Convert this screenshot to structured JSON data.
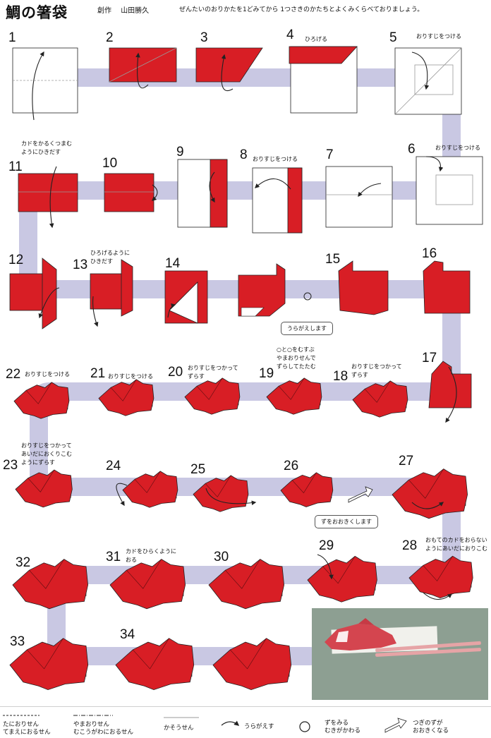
{
  "header": {
    "title": "鯛の箸袋",
    "credit_role": "創作",
    "credit_name": "山田勝久",
    "instruction": "ぜんたいのおりかたを1どみてから 1つさきのかたちとよくみくらべておりましょう。"
  },
  "steps": [
    "1",
    "2",
    "3",
    "4",
    "5",
    "6",
    "7",
    "8",
    "9",
    "10",
    "11",
    "12",
    "13",
    "14",
    "15",
    "16",
    "17",
    "18",
    "19",
    "20",
    "21",
    "22",
    "23",
    "24",
    "25",
    "26",
    "27",
    "28",
    "29",
    "30",
    "31",
    "32",
    "33",
    "34"
  ],
  "notes": {
    "n4": "ひろげる",
    "n5": "おりすじをつける",
    "n6": "おりすじをつける",
    "n8": "おりすじをつける",
    "n11a": "カドをかるくつまむ",
    "n11b": "ようにひきだす",
    "n13a": "ひろげるように",
    "n13b": "ひきだす",
    "n18a": "おりすじをつかって",
    "n18b": "ずらす",
    "n19a": "○と○をむすぶ",
    "n19b": "やまおりせんで",
    "n19c": "ずらしてたたむ",
    "n20a": "おりすじをつかって",
    "n20b": "ずらす",
    "n21": "おりすじをつける",
    "n22": "おりすじをつける",
    "n23a": "おりすじをつかって",
    "n23b": "あいだにおくりこむ",
    "n23c": "ようにずらす",
    "n28a": "おもてのカドをおらない",
    "n28b": "ようにあいだにおりこむ",
    "n31a": "カドをひらくように",
    "n31b": "おる",
    "turn_over": "うらがえします",
    "zoom_in": "ずをおおきくします"
  },
  "legend": {
    "valley_1": "たにおりせん",
    "valley_2": "てまえにおるせん",
    "mountain_1": "やまおりせん",
    "mountain_2": "むこうがわにおるせん",
    "hidden": "かそうせん",
    "turn": "うらがえす",
    "rotate_1": "ずをみる",
    "rotate_2": "むきがかわる",
    "enlarge_1": "つぎのずが",
    "enlarge_2": "おおきくなる"
  },
  "colors": {
    "paper_red": "#d81e25",
    "paper_white": "#ffffff",
    "path_lavender": "#c9c8e3",
    "crease_gray": "#9a9a9a",
    "photo_bg": "#8d9f92"
  }
}
